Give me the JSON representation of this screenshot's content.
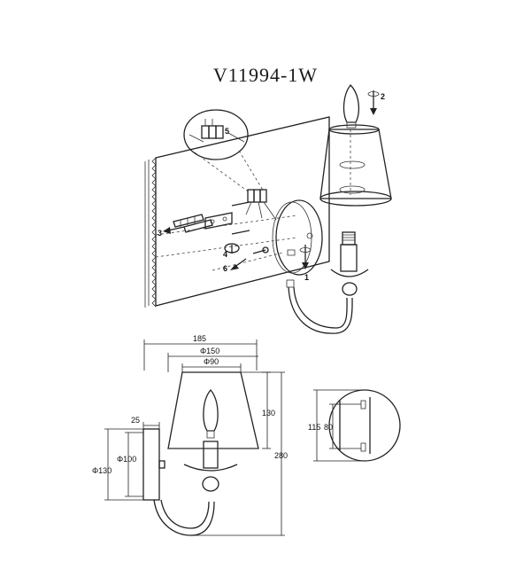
{
  "title": "V11994-1W",
  "assembly_steps": [
    "1",
    "2",
    "3",
    "4",
    "5",
    "6"
  ],
  "dimensions": {
    "total_width": "185",
    "shade_bottom_diameter": "Φ150",
    "shade_top_diameter": "Φ90",
    "shade_height": "130",
    "total_height": "280",
    "wall_offset": "25",
    "backplate_inner": "Φ100",
    "backplate_outer": "Φ130",
    "mount_outer": "115",
    "mount_inner": "80"
  }
}
